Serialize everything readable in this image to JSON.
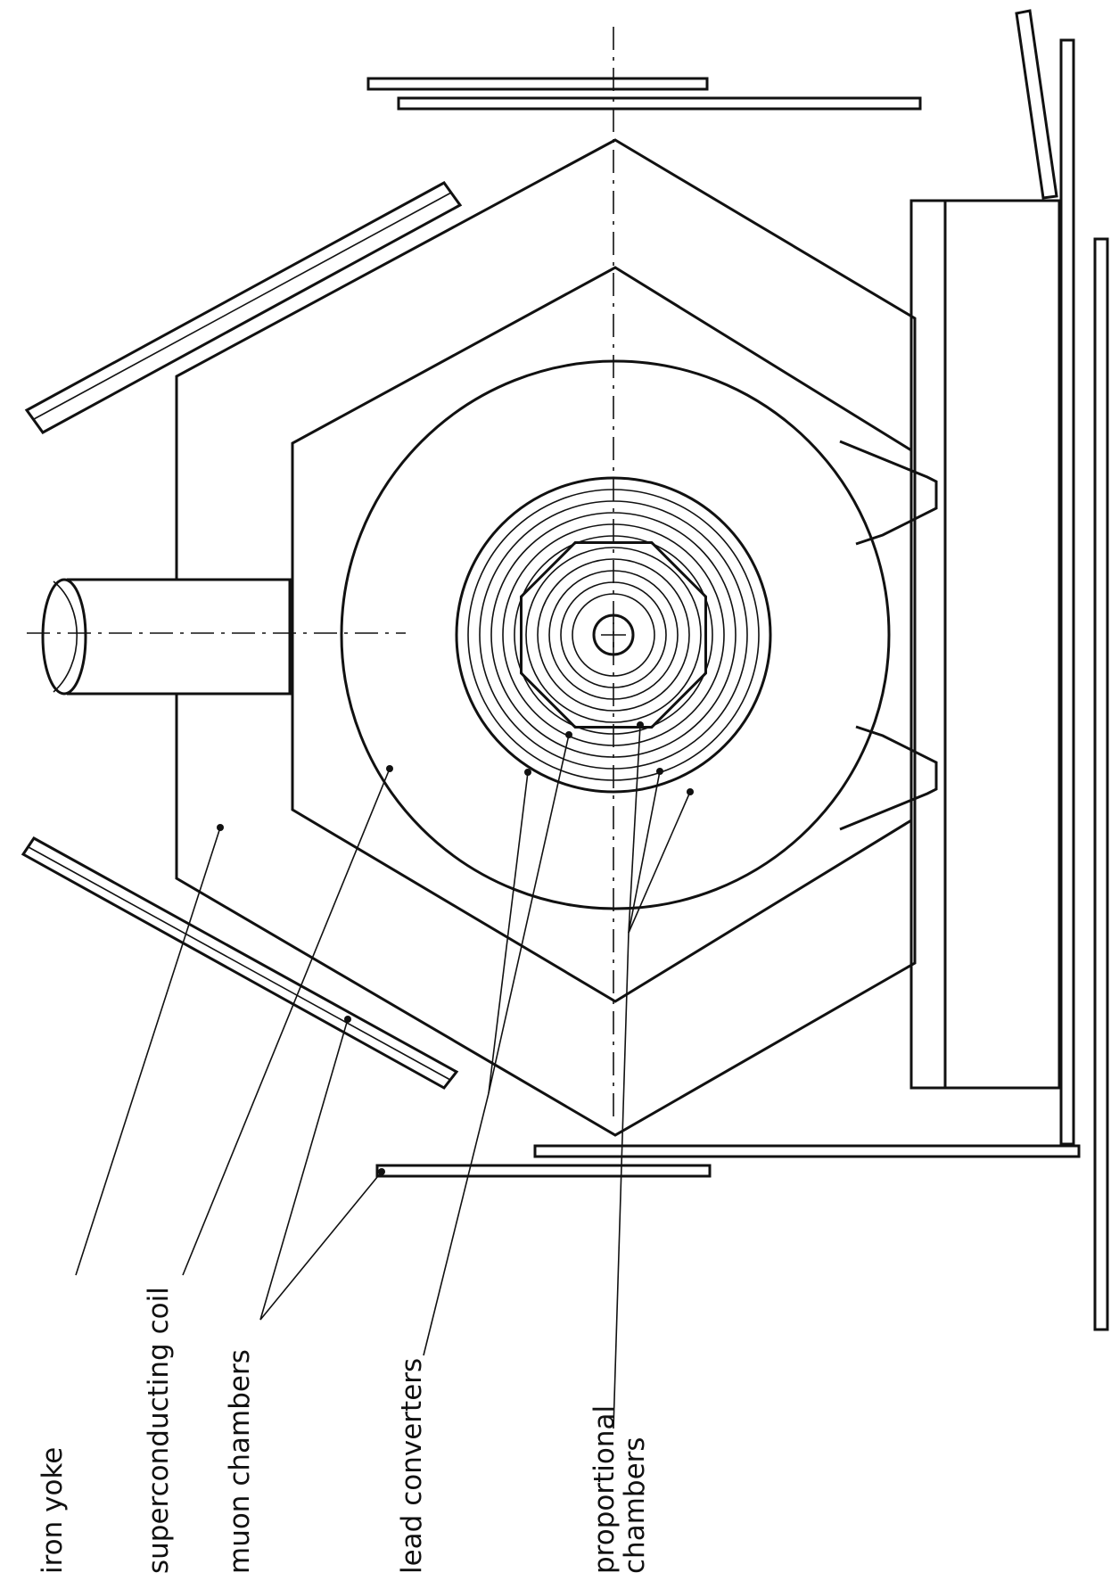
{
  "diagram": {
    "labels": {
      "iron_yoke": "iron yoke",
      "superconducting_coil": "superconducting coil",
      "muon_chambers": "muon chambers",
      "lead_converters": "lead converters",
      "proportional_line1": "proportional",
      "proportional_line2": "chambers"
    },
    "colors": {
      "ink": "#111111",
      "paper": "#ffffff"
    }
  }
}
